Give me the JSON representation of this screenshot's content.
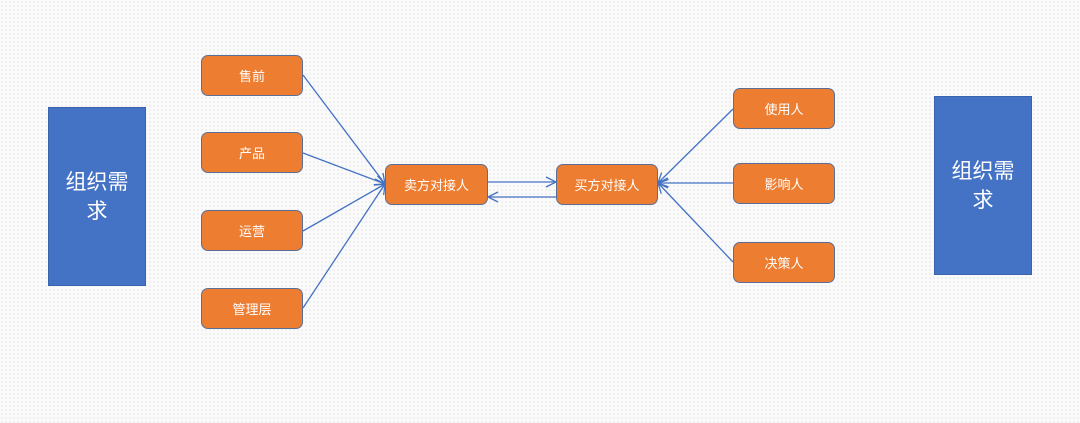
{
  "diagram": {
    "left_block": {
      "label": "组织需求"
    },
    "right_block": {
      "label": "组织需求"
    },
    "seller_roles": [
      "售前",
      "产品",
      "运营",
      "管理层"
    ],
    "seller_contact": "卖方对接人",
    "buyer_contact": "买方对接人",
    "buyer_roles": [
      "使用人",
      "影响人",
      "决策人"
    ],
    "colors": {
      "block": "#4472c4",
      "node": "#ed7d31",
      "node_border": "#5b6f96",
      "connector": "#4472c4"
    }
  }
}
